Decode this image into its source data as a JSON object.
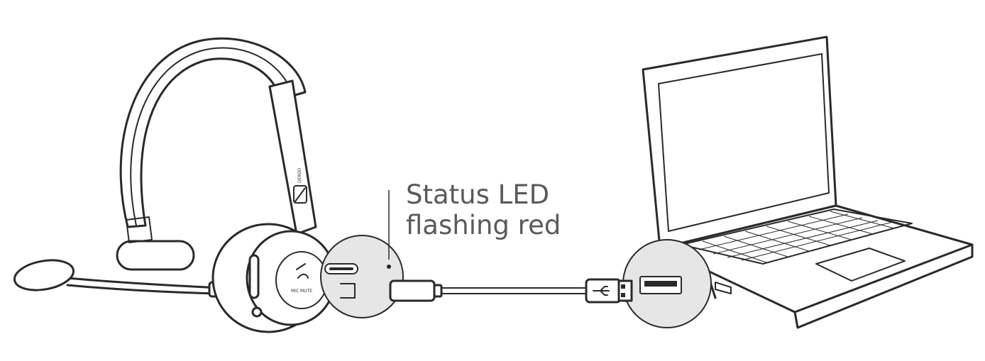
{
  "annotation": {
    "line1": "Status LED",
    "line2": "flashing red"
  },
  "brand_mark": "DEKOD",
  "colors": {
    "outline": "#2a2a2a",
    "label_text": "#5a5a5a",
    "zoom_fill": "#e6e6e6"
  }
}
